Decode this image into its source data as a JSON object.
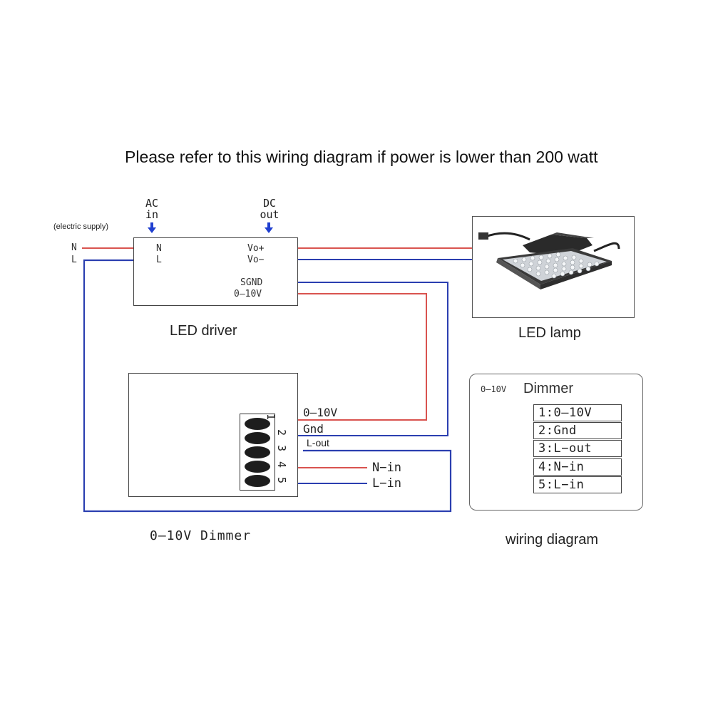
{
  "title": "Please refer to this wiring diagram if power is lower than 200 watt",
  "ac_in": {
    "line1": "AC",
    "line2": "in"
  },
  "dc_out": {
    "line1": "DC",
    "line2": "out"
  },
  "supply_label": "(electric supply)",
  "supply_terminals": {
    "n": "N",
    "l": "L"
  },
  "driver": {
    "caption": "LED driver",
    "terminals": {
      "n": "N",
      "l": "L",
      "vo_plus": "Vo+",
      "vo_minus": "Vo−",
      "sgnd": "SGND",
      "zero_ten": "0–10V"
    }
  },
  "lamp": {
    "caption": "LED lamp"
  },
  "dimmer": {
    "caption": "0–10V Dimmer",
    "pin_numbers": [
      "1",
      "2",
      "3",
      "4",
      "5"
    ],
    "wire_labels": {
      "zero_ten": "0–10V",
      "gnd": "Gnd",
      "l_out": "L-out",
      "n_in": "N−in",
      "l_in": "L−in"
    }
  },
  "legend": {
    "title_prefix": "0–10V",
    "title_suffix": "Dimmer",
    "rows": [
      "1:0–10V",
      "2:Gnd",
      "3:L−out",
      "4:N−in",
      "5:L−in"
    ],
    "caption": "wiring diagram"
  },
  "colors": {
    "red_wire": "#d9534f",
    "blue_wire": "#2b3fb0",
    "arrow": "#1f3fd0"
  },
  "icons": [
    "down-arrow-icon",
    "led-floodlight-icon"
  ]
}
